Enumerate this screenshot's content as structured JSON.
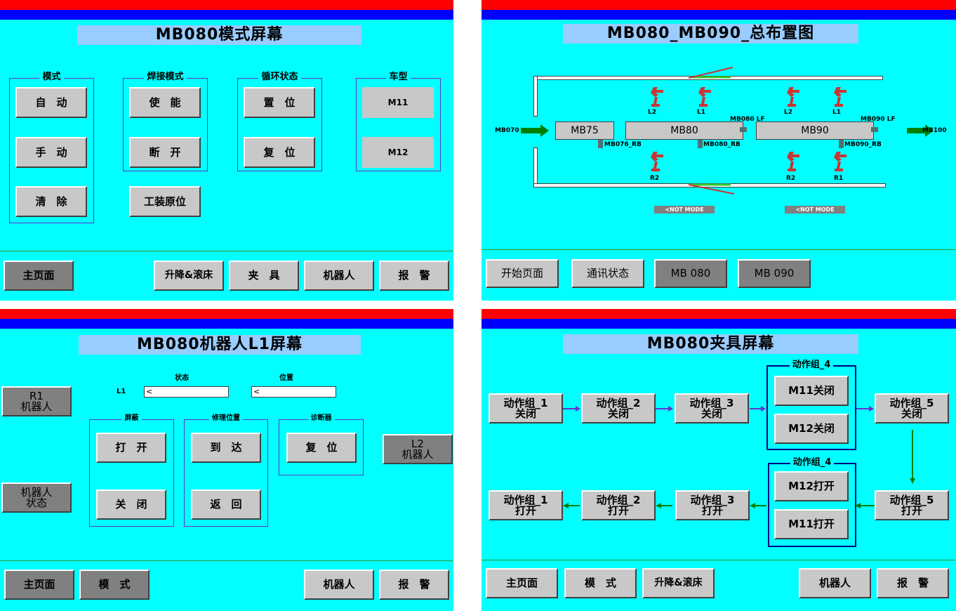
{
  "p1": {
    "title": "MB080模式屏幕",
    "groups": {
      "mode": "模式",
      "weld": "焊接模式",
      "cycle": "循环状态",
      "car": "车型"
    },
    "buttons": {
      "auto": "自　动",
      "manual": "手　动",
      "clear": "清　除",
      "enable": "使　能",
      "disconnect": "断　开",
      "set": "置　位",
      "reset": "复　位",
      "fixture_home": "工装原位",
      "m11": "M11",
      "m12": "M12"
    },
    "nav": {
      "home": "主页面",
      "lift": "升降&滚床",
      "fixture": "夹　具",
      "robot": "机器人",
      "alarm": "报　警"
    }
  },
  "p2": {
    "title": "MB080_MB090_总布置图",
    "stations": [
      "MB75",
      "MB80",
      "MB90"
    ],
    "labels": {
      "in": "MB070",
      "out": "MB100",
      "mb80lf": "MB080 LF",
      "mb90lf": "MB090 LF",
      "rb75": "MB076_RB",
      "rb80": "MB080_RB",
      "rb90": "MB090_RB",
      "not_mode": "<NOT MODE"
    },
    "robots_top": [
      "L2",
      "L1",
      "L2",
      "L1"
    ],
    "robots_bottom": [
      "R2",
      "R2",
      "R1"
    ],
    "nav": {
      "start": "开始页面",
      "comm": "通讯状态",
      "mb080": "MB 080",
      "mb090": "MB 090"
    }
  },
  "p3": {
    "title": "MB080机器人L1屏幕",
    "headers": {
      "status": "状态",
      "position": "位置"
    },
    "row_label": "L1",
    "field_status": "<",
    "field_position": "<",
    "groups": {
      "screen": "屏蔽",
      "repair": "修理位置",
      "sensor": "诊断器"
    },
    "buttons": {
      "r1": "R1\n机器人",
      "robot_status": "机器人\n状态",
      "open": "打　开",
      "close": "关　闭",
      "arrive": "到　达",
      "return": "返　回",
      "reset": "复　位",
      "l2": "L2\n机器人"
    },
    "nav": {
      "home": "主页面",
      "mode": "模　式",
      "robot": "机器人",
      "alarm": "报　警"
    }
  },
  "p4": {
    "title": "MB080夹具屏幕",
    "group4_label": "动作组_4",
    "close_steps": [
      "动作组_1\n关闭",
      "动作组_2\n关闭",
      "动作组_3\n关闭",
      "动作组_5\n关闭"
    ],
    "open_steps": [
      "动作组_1\n打开",
      "动作组_2\n打开",
      "动作组_3\n打开",
      "动作组_5\n打开"
    ],
    "g4_close": [
      "M11关闭",
      "M12关闭"
    ],
    "g4_open": [
      "M12打开",
      "M11打开"
    ],
    "nav": {
      "home": "主页面",
      "mode": "模　式",
      "lift": "升降&滚床",
      "robot": "机器人",
      "alarm": "报　警"
    }
  },
  "colors": {
    "background": "#00ffff",
    "top_bar": "#ff0000",
    "sub_bar": "#0000ff",
    "title_bar": "#99ccff",
    "button": "#c8c8c8",
    "arrow_green": "#008000",
    "arrow_purple": "#6633cc"
  }
}
